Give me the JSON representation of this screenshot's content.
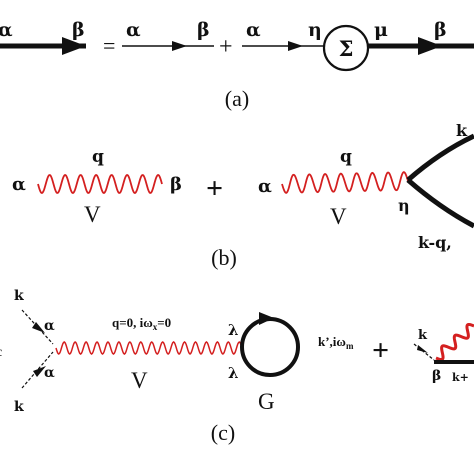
{
  "panel_a": {
    "caption": "(a)",
    "lhs_start": "α",
    "lhs_end": "β",
    "equals": "=",
    "t1_start": "α",
    "t1_end": "β",
    "plus": "+",
    "t2_start": "α",
    "t2_mid": "η",
    "sigma": "Σ",
    "t2_mu": "μ",
    "t2_end": "β"
  },
  "panel_b": {
    "caption": "(b)",
    "w1_q": "q",
    "w1_alpha": "α",
    "w1_beta": "β",
    "w1_v": "V",
    "plus": "+",
    "w2_q": "q",
    "w2_alpha": "α",
    "w2_v": "V",
    "w2_eta": "η",
    "loop_top": "k",
    "loop_bottom": "k-q,"
  },
  "panel_c": {
    "caption": "(c)",
    "k_top": "k",
    "k_bottom": "k",
    "alpha_top": "α",
    "alpha_bottom": "α",
    "wave_label": "q=0, iω",
    "wave_label_sub": "x",
    "wave_label_tail": "=0",
    "v": "V",
    "lambda_top": "λ",
    "lambda_bottom": "λ",
    "loop_label": "k’,iω",
    "loop_label_sub": "m",
    "g": "G",
    "plus": "+",
    "r_k": "k",
    "r_beta": "β",
    "r_kplus": "k+",
    "left_edge": "c"
  },
  "colors": {
    "ink": "#111111",
    "photon": "#d42020"
  }
}
